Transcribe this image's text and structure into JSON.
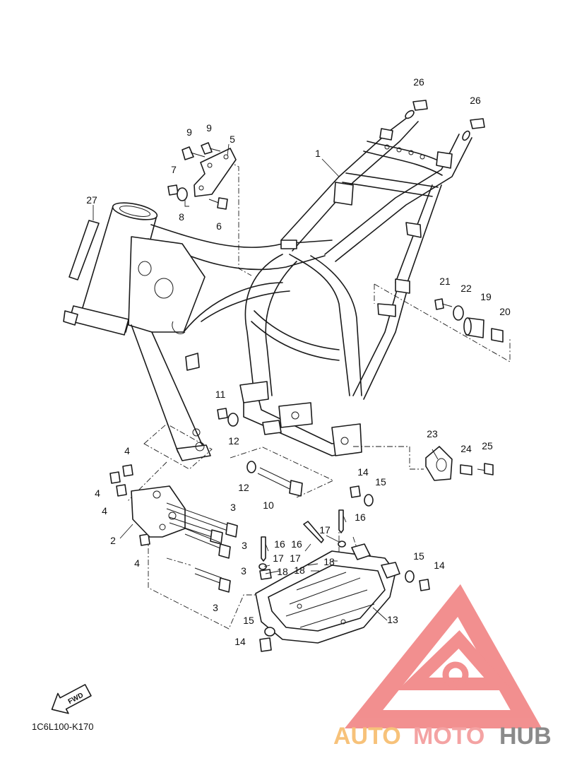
{
  "diagram": {
    "callouts": [
      {
        "id": "c26a",
        "label": "26"
      },
      {
        "id": "c26b",
        "label": "26"
      },
      {
        "id": "c1",
        "label": "1"
      },
      {
        "id": "c9a",
        "label": "9"
      },
      {
        "id": "c9b",
        "label": "9"
      },
      {
        "id": "c5",
        "label": "5"
      },
      {
        "id": "c7",
        "label": "7"
      },
      {
        "id": "c8",
        "label": "8"
      },
      {
        "id": "c6",
        "label": "6"
      },
      {
        "id": "c27",
        "label": "27"
      },
      {
        "id": "c21",
        "label": "21"
      },
      {
        "id": "c22",
        "label": "22"
      },
      {
        "id": "c19",
        "label": "19"
      },
      {
        "id": "c20",
        "label": "20"
      },
      {
        "id": "c11",
        "label": "11"
      },
      {
        "id": "c12a",
        "label": "12"
      },
      {
        "id": "c23",
        "label": "23"
      },
      {
        "id": "c24",
        "label": "24"
      },
      {
        "id": "c25",
        "label": "25"
      },
      {
        "id": "c4a",
        "label": "4"
      },
      {
        "id": "c4b",
        "label": "4"
      },
      {
        "id": "c4c",
        "label": "4"
      },
      {
        "id": "c12b",
        "label": "12"
      },
      {
        "id": "c14a",
        "label": "14"
      },
      {
        "id": "c15a",
        "label": "15"
      },
      {
        "id": "c10",
        "label": "10"
      },
      {
        "id": "c3a",
        "label": "3"
      },
      {
        "id": "c16a",
        "label": "16"
      },
      {
        "id": "c2",
        "label": "2"
      },
      {
        "id": "c17a",
        "label": "17"
      },
      {
        "id": "c3b",
        "label": "3"
      },
      {
        "id": "c16b",
        "label": "16"
      },
      {
        "id": "c16c",
        "label": "16"
      },
      {
        "id": "c4d",
        "label": "4"
      },
      {
        "id": "c17b",
        "label": "17"
      },
      {
        "id": "c17c",
        "label": "17"
      },
      {
        "id": "c3c",
        "label": "3"
      },
      {
        "id": "c18a",
        "label": "18"
      },
      {
        "id": "c18b",
        "label": "18"
      },
      {
        "id": "c18c",
        "label": "18"
      },
      {
        "id": "c15b",
        "label": "15"
      },
      {
        "id": "c14b",
        "label": "14"
      },
      {
        "id": "c3d",
        "label": "3"
      },
      {
        "id": "c13",
        "label": "13"
      },
      {
        "id": "c15c",
        "label": "15"
      },
      {
        "id": "c14c",
        "label": "14"
      }
    ],
    "fwd_label": "FWD",
    "diagram_code": "1C6L100-K170"
  },
  "watermark": {
    "text_part1": "AUTO",
    "text_part2": "MOTO",
    "text_part3": "HUB",
    "colors": {
      "orange": "#f7c27a",
      "pink": "#f4a3a3",
      "gray": "#8a8a8a",
      "logo_red": "#f07c7c"
    }
  }
}
